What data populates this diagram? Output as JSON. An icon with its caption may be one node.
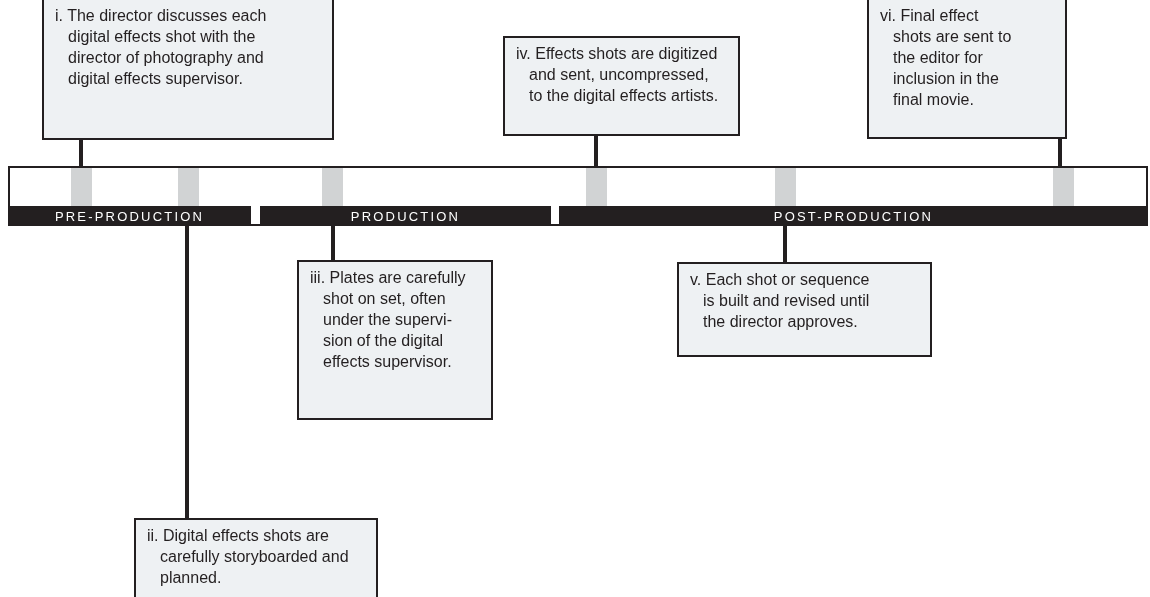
{
  "diagram": {
    "nodes": [
      {
        "text": [],
        "shape": "bar"
      },
      {
        "text": [
          "PRE-PRODUCTION"
        ],
        "in": 0
      },
      {
        "text": [
          "PRODUCTION"
        ],
        "in": 0
      },
      {
        "text": [
          "POST-PRODUCTION"
        ],
        "in": 0
      },
      {
        "text": [
          "i. The director discusses each digital effects shot with the director of photography and digital effects supervisor."
        ]
      },
      {
        "text": [
          "ii. Digital effects shots are carefully storyboarded and planned."
        ]
      },
      {
        "text": [
          "iii. Plates are carefully shot on set, often under the supervi-sion of the digital effects supervisor."
        ]
      },
      {
        "text": [
          "iv. Effects shots are digitized and sent, uncompressed, to the digital effects artists."
        ]
      },
      {
        "text": [
          "v. Each shot or sequence is built and revised until the director approves."
        ]
      },
      {
        "text": [
          "vi. Final effect shots are sent to the editor for inclusion in the final movie."
        ]
      }
    ],
    "edges": [
      {
        "from": 4,
        "to": 0,
        "arrow": "none"
      },
      {
        "from": 5,
        "to": 1,
        "arrow": "none"
      },
      {
        "from": 6,
        "to": 2,
        "arrow": "none"
      },
      {
        "from": 7,
        "to": 0,
        "arrow": "none"
      },
      {
        "from": 8,
        "to": 3,
        "arrow": "none"
      },
      {
        "from": 9,
        "to": 0,
        "arrow": "none"
      }
    ]
  }
}
